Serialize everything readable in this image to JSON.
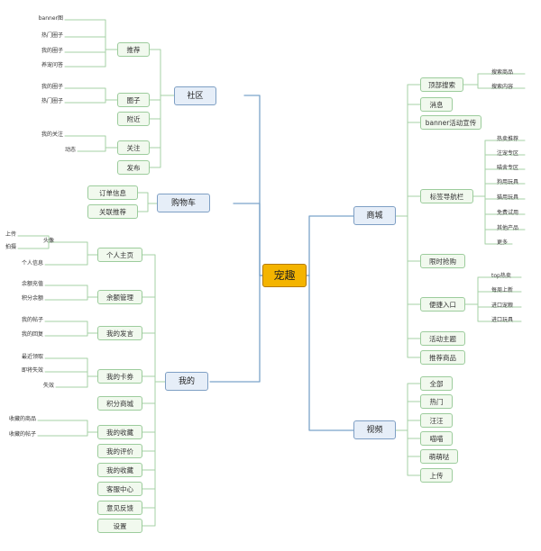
{
  "center": "宠趣",
  "branches": {
    "community": {
      "label": "社区",
      "children": [
        {
          "label": "推荐",
          "leaves": [
            "banner图",
            "热门圈子",
            "我的圈子",
            "养宠问答"
          ]
        },
        {
          "label": "圈子",
          "leaves": [
            "我的圈子",
            "热门圈子"
          ]
        },
        {
          "label": "附近"
        },
        {
          "label": "关注",
          "leaves": [
            "我的关注",
            "动态"
          ]
        },
        {
          "label": "发布"
        }
      ]
    },
    "cart": {
      "label": "购物车",
      "children": [
        {
          "label": "订单信息"
        },
        {
          "label": "关联推荐"
        }
      ]
    },
    "mine": {
      "label": "我的",
      "children": [
        {
          "label": "个人主页",
          "leaves": [
            "头像",
            "个人信息"
          ],
          "subleaves": [
            "上传",
            "拍摄"
          ]
        },
        {
          "label": "余额管理",
          "leaves": [
            "余额充值",
            "积分余额"
          ]
        },
        {
          "label": "我的发言",
          "leaves": [
            "我的帖子",
            "我的回复"
          ]
        },
        {
          "label": "我的卡券",
          "leaves": [
            "最近领取",
            "即将失效",
            "失效"
          ]
        },
        {
          "label": "积分商城"
        },
        {
          "label": "我的收藏",
          "leaves": [
            "收藏的商品",
            "收藏的帖子"
          ]
        },
        {
          "label": "我的评价"
        },
        {
          "label": "我的收藏"
        },
        {
          "label": "客服中心"
        },
        {
          "label": "意见反馈"
        },
        {
          "label": "设置"
        }
      ]
    },
    "mall": {
      "label": "商城",
      "children": [
        {
          "label": "顶部搜索",
          "leaves": [
            "搜索商品",
            "搜索内容"
          ]
        },
        {
          "label": "消息"
        },
        {
          "label": "banner活动宣传"
        },
        {
          "label": "标签导航栏",
          "leaves": [
            "热卖推荐",
            "注宠专区",
            "喵舍专区",
            "狗用玩具",
            "猫用玩具",
            "免费试用",
            "其他产品",
            "更多"
          ]
        },
        {
          "label": "限时抢购"
        },
        {
          "label": "便捷入口",
          "leaves": [
            "top热卖",
            "每周上新",
            "进口宠粮",
            "进口玩具"
          ]
        },
        {
          "label": "活动主题"
        },
        {
          "label": "推荐商品"
        }
      ]
    },
    "video": {
      "label": "视频",
      "children": [
        {
          "label": "全部"
        },
        {
          "label": "热门"
        },
        {
          "label": "汪汪"
        },
        {
          "label": "喵喵"
        },
        {
          "label": "萌萌哒"
        },
        {
          "label": "上传"
        }
      ]
    }
  },
  "colors": {
    "center": "#f4b400",
    "main_box": "#e6eef8",
    "sub_box": "#f1f9ee",
    "main_line": "#7ba3c9",
    "sub_line": "#a6d0a6"
  }
}
